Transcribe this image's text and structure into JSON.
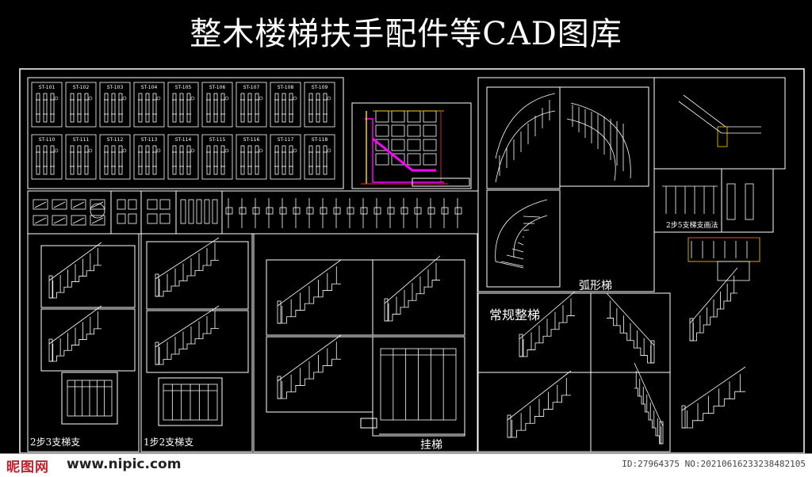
{
  "title": "整木楼梯扶手配件等CAD图库",
  "colors": {
    "background": "#000000",
    "line": "#ffffff",
    "accent_magenta": "#ff00ff",
    "accent_yellow": "#ffd400",
    "accent_red": "#ff3030",
    "brand_red": "#c8202a"
  },
  "baluster_codes_row1": [
    "ST-101",
    "ST-102",
    "ST-103",
    "ST-104",
    "ST-105",
    "ST-106",
    "ST-107",
    "ST-108",
    "ST-109"
  ],
  "baluster_codes_row2": [
    "ST-110",
    "ST-111",
    "ST-112",
    "ST-113",
    "ST-114",
    "ST-115",
    "ST-116",
    "ST-117",
    "ST-118"
  ],
  "sections": {
    "two_step_three": "2步3支梯支",
    "one_step_two": "1步2支梯支",
    "hanging": "挂梯",
    "conventional": "常规整梯",
    "arc": "弧形梯",
    "two_step_five": "2步5支梯支画法"
  },
  "footer": {
    "brand": "昵图网",
    "url": "www.nipic.com",
    "id": "ID:27964375 NO:20210616233238482105"
  }
}
